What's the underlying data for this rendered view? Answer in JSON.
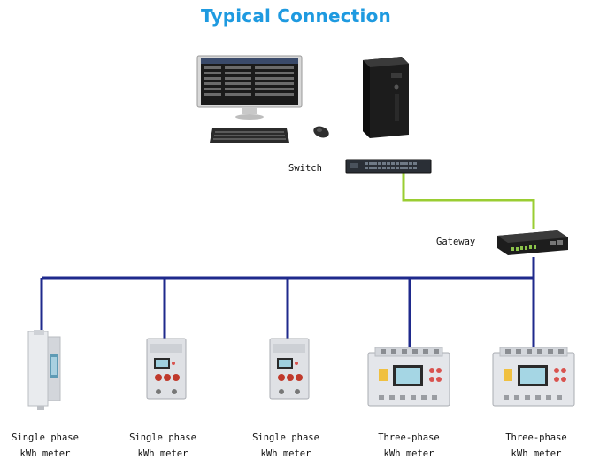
{
  "title": "Typical Connection",
  "labels": {
    "switch": "Switch",
    "gateway": "Gateway"
  },
  "meters": [
    {
      "line1": "Single phase",
      "line2": "kWh meter"
    },
    {
      "line1": "Single phase",
      "line2": "kWh meter"
    },
    {
      "line1": "Single phase",
      "line2": "kWh meter"
    },
    {
      "line1": "Three-phase",
      "line2": "kWh meter"
    },
    {
      "line1": "Three-phase",
      "line2": "kWh meter"
    }
  ],
  "colors": {
    "title": "#1e9ae0",
    "ethernet_line": "#9acd32",
    "rs485_bus": "#1f2a8c"
  }
}
